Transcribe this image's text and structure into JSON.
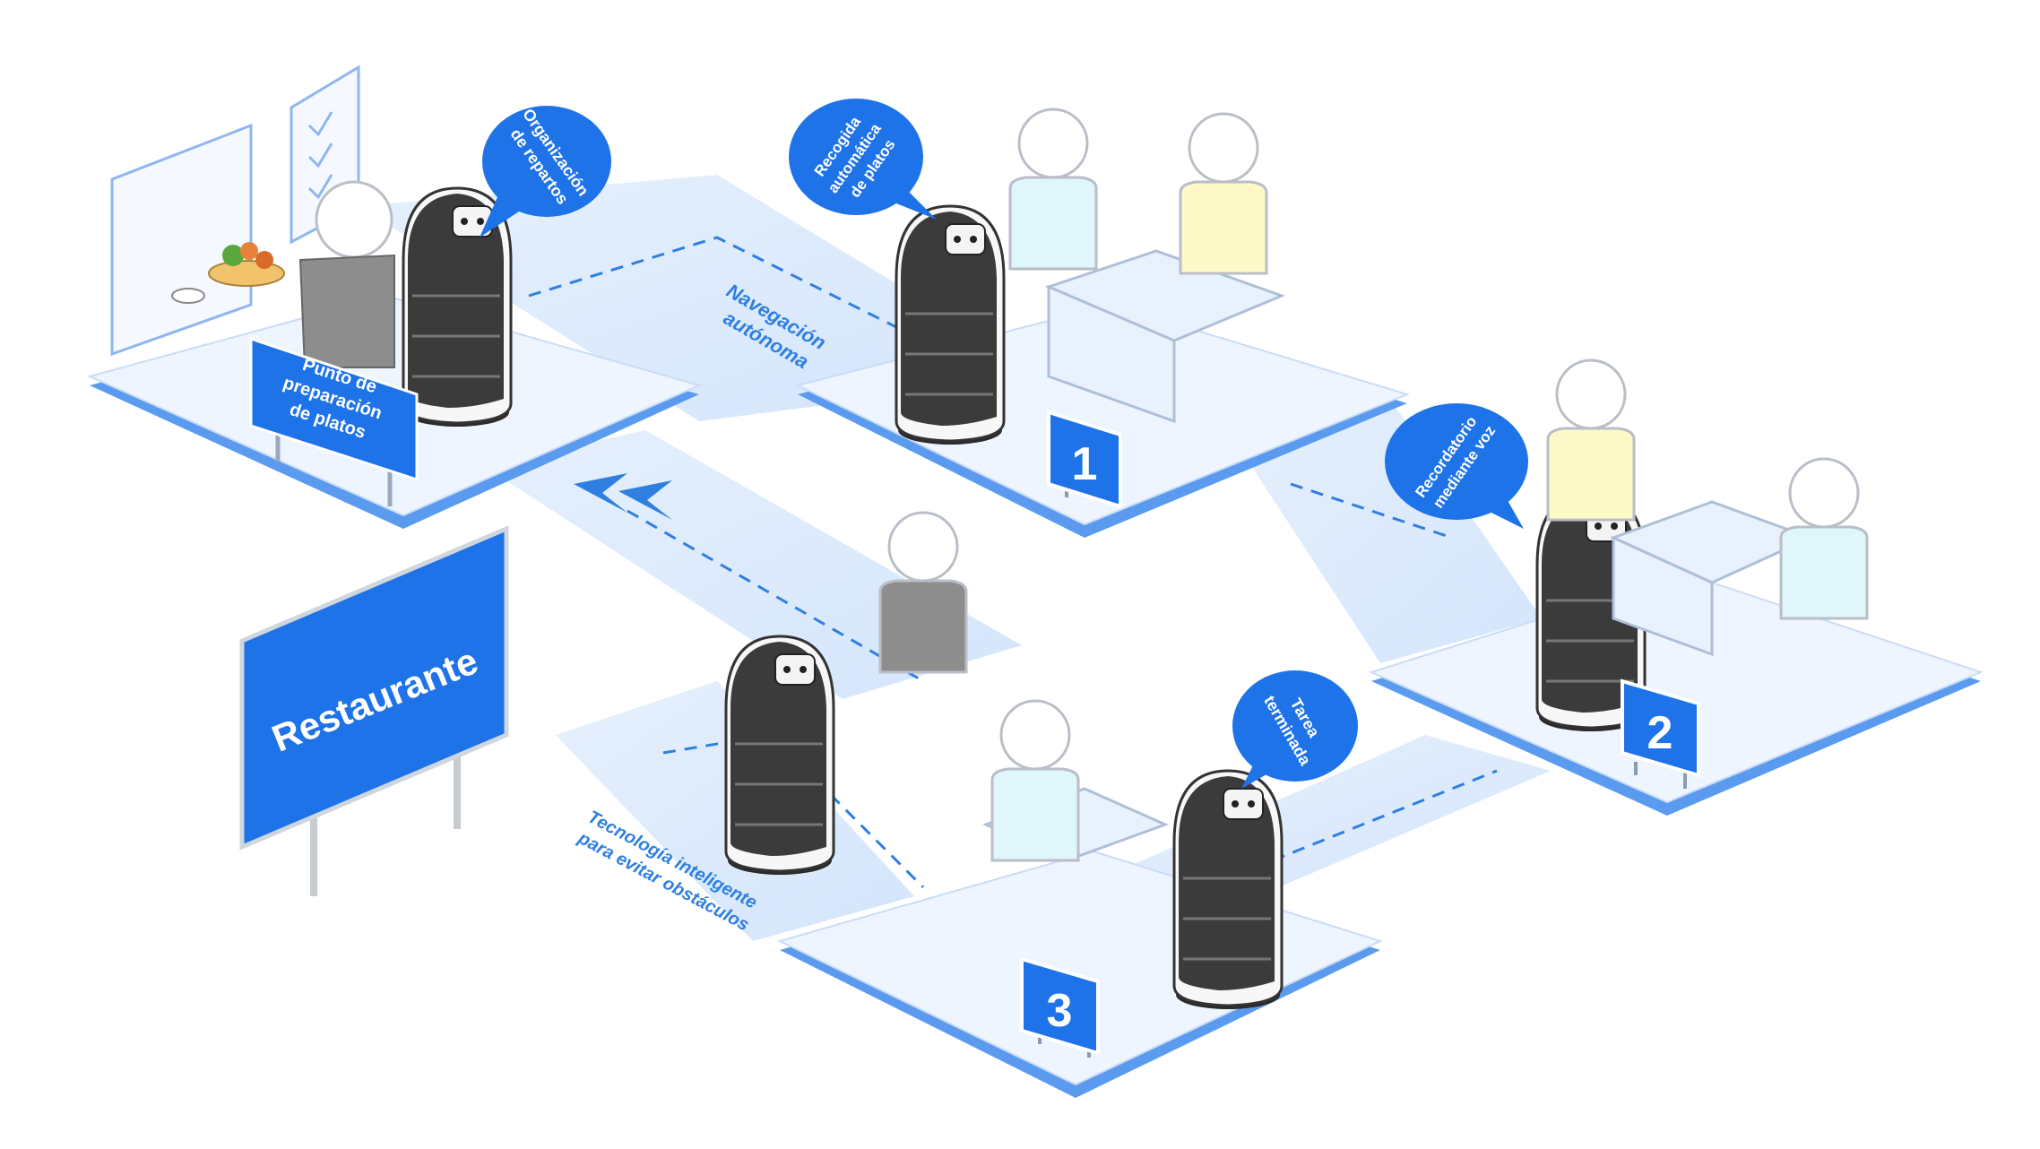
{
  "colors": {
    "accent": "#1e73e8",
    "path": "#dbe9fb",
    "platform_top": "#eef5fe",
    "platform_side": "#5b9bef",
    "robot_body": "#3a3a3a",
    "robot_white": "#f4f4f4",
    "person_outline": "#b9bec7",
    "shirt_blue": "#dff6fa",
    "shirt_yellow": "#fdf9c8",
    "vest_gray": "#8d8d8d"
  },
  "icons": [
    "robot-icon",
    "person-icon",
    "table-icon",
    "food-tray-icon",
    "direction-arrow-icon"
  ],
  "signs": {
    "restaurant": "Restaurante",
    "prep_point": [
      "Punto de",
      "preparación",
      "de platos"
    ],
    "table_1": "1",
    "table_2": "2",
    "table_3": "3"
  },
  "bubbles": {
    "delivery_org": [
      "Organización",
      "de repartos"
    ],
    "auto_pickup": [
      "Recogida",
      "automática",
      "de platos"
    ],
    "voice_reminder": [
      "Recordatorio",
      "mediante voz"
    ],
    "task_done": [
      "Tarea",
      "terminada"
    ]
  },
  "route_labels": {
    "navigation": [
      "Navegación",
      "autónoma"
    ],
    "obstacle": [
      "Tecnología inteligente",
      "para evitar obstáculos"
    ]
  }
}
